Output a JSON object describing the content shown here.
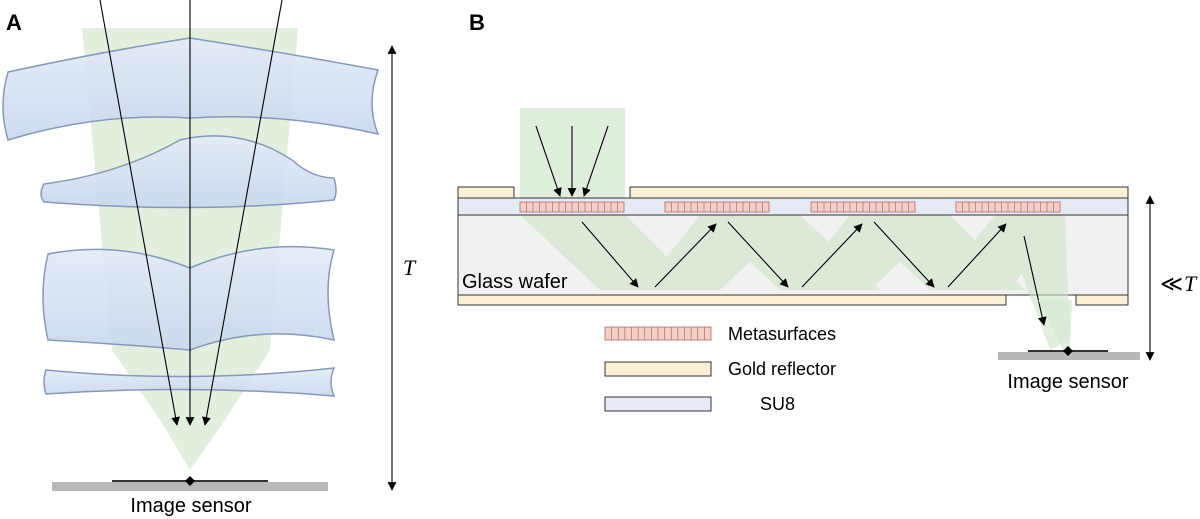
{
  "panel_a": {
    "label": "A",
    "thickness_label": "T",
    "sensor_label": "Image sensor"
  },
  "panel_b": {
    "label": "B",
    "substrate_label": "Glass wafer",
    "thickness_prefix": "≪",
    "thickness_symbol": "T",
    "sensor_label": "Image sensor"
  },
  "legend": {
    "items": [
      {
        "label": "Metasurfaces",
        "fill": "#f4cfc8",
        "stroke": "#b06a60"
      },
      {
        "label": "Gold reflector",
        "fill": "#fbefd6",
        "stroke": "#333333"
      },
      {
        "label": "SU8",
        "fill": "#e6eaf5",
        "stroke": "#333333"
      }
    ]
  },
  "colors": {
    "lens_fill": "#d6e1f3",
    "lens_stroke": "#7b8fb3",
    "beam": "#d8ead4",
    "sensor": "#b8b8b8",
    "glass": "#f1f1f1"
  }
}
